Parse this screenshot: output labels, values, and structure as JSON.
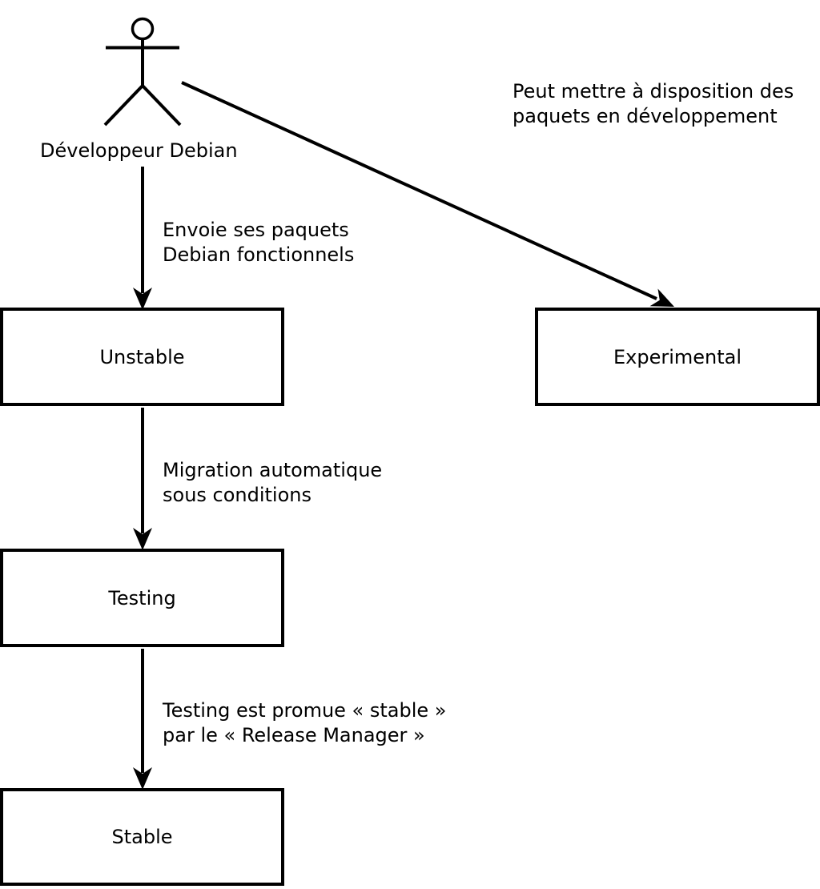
{
  "diagram": {
    "actor": {
      "label": "Développeur Debian"
    },
    "notes": {
      "experimental": {
        "line1": "Peut mettre à disposition des",
        "line2": "paquets en développement"
      },
      "unstable": {
        "line1": "Envoie ses paquets",
        "line2": "Debian fonctionnels"
      },
      "testing": {
        "line1": "Migration automatique",
        "line2": "sous conditions"
      },
      "stable": {
        "line1": "Testing est promue « stable »",
        "line2": "par le « Release Manager »"
      }
    },
    "boxes": {
      "unstable": {
        "label": "Unstable"
      },
      "experimental": {
        "label": "Experimental"
      },
      "testing": {
        "label": "Testing"
      },
      "stable": {
        "label": "Stable"
      }
    },
    "colors": {
      "stroke": "#000000",
      "background": "#ffffff",
      "box_fill": "#ffffff",
      "text": "#000000"
    }
  }
}
